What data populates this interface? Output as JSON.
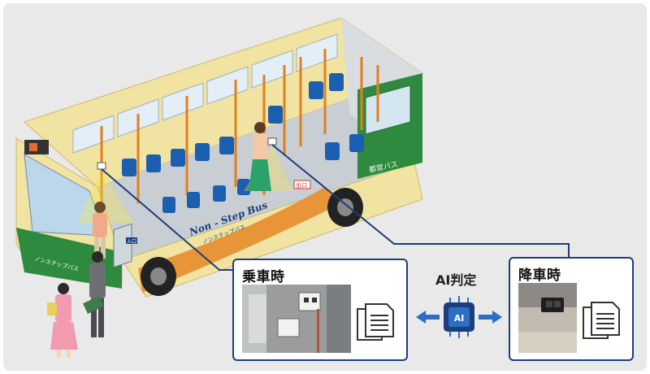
{
  "boarding": {
    "title": "乗車時"
  },
  "alighting": {
    "title": "降車時"
  },
  "ai": {
    "label": "AI判定",
    "chip_text": "AI"
  },
  "bus": {
    "side_text": "Non - Step Bus",
    "side_text_jp": "ノンステップバス",
    "stripe_text": "都営バス",
    "door_label_front": "入口",
    "door_label_middle": "出口",
    "window_text": "ノンステップバス"
  },
  "colors": {
    "card_border": "#1d3e78",
    "bus_cream": "#f1e4a2",
    "bus_green": "#2e8a3e",
    "bus_orange": "#e8953a",
    "ai_blue": "#2a6fc4",
    "seat_blue": "#1a5fb0"
  }
}
